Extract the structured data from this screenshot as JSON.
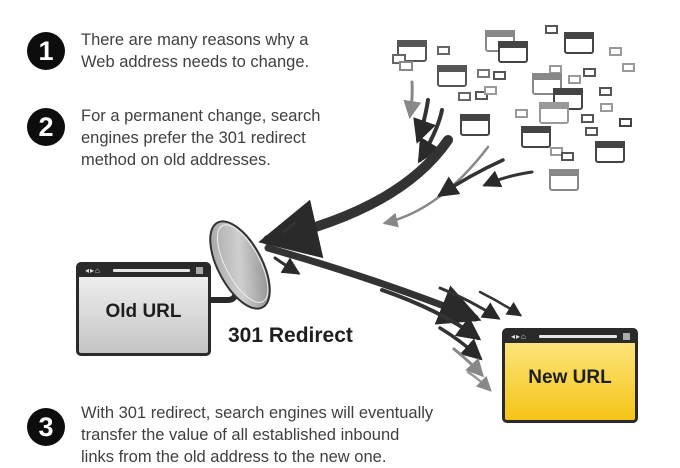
{
  "steps": [
    {
      "number": "1",
      "text": "There are many reasons why a\nWeb address needs to change."
    },
    {
      "number": "2",
      "text": "For a permanent change, search\nengines prefer the 301 redirect\nmethod on old addresses."
    },
    {
      "number": "3",
      "text": "With 301 redirect, search engines will eventually\ntransfer the value of all established inbound\nlinks from the old address to the new one."
    }
  ],
  "old_url": {
    "label": "Old URL",
    "controls": "◂▸⌂",
    "color": "#d8d8d8"
  },
  "new_url": {
    "label": "New URL",
    "controls": "◂▸⌂",
    "color": "#f8d84a"
  },
  "redirect": {
    "label": "301 Redirect"
  },
  "icons": {
    "dish": "satellite-dish-icon",
    "pages": "web-page-icons"
  }
}
